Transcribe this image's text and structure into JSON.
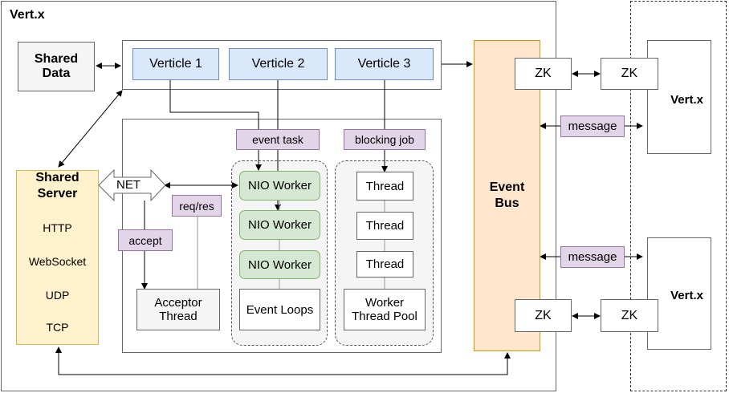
{
  "vertx_main": "Vert.x",
  "shared_data": "Shared\nData",
  "verticles": [
    "Verticle 1",
    "Verticle 2",
    "Verticle 3"
  ],
  "shared_server": {
    "title": "Shared\nServer",
    "protocols": [
      "HTTP",
      "WebSocket",
      "UDP",
      "TCP"
    ]
  },
  "net": "NET",
  "req_res": "req/res",
  "accept": "accept",
  "acceptor_thread": "Acceptor\nThread",
  "event_task": "event task",
  "blocking_job": "blocking job",
  "nio_workers": [
    "NIO Worker",
    "NIO Worker",
    "NIO Worker"
  ],
  "event_loops": "Event Loops",
  "threads": [
    "Thread",
    "Thread",
    "Thread"
  ],
  "worker_pool": "Worker\nThread Pool",
  "event_bus": "Event\nBus",
  "zk": [
    "ZK",
    "ZK",
    "ZK",
    "ZK"
  ],
  "message": [
    "message",
    "message"
  ],
  "remote_vertx": [
    "Vert.x",
    "Vert.x"
  ],
  "colors": {
    "blue": "#dae8fc",
    "green": "#d5e8d4",
    "purple": "#e1d5e7",
    "orange": "#ffe6cc",
    "yellow": "#fff2cc"
  }
}
